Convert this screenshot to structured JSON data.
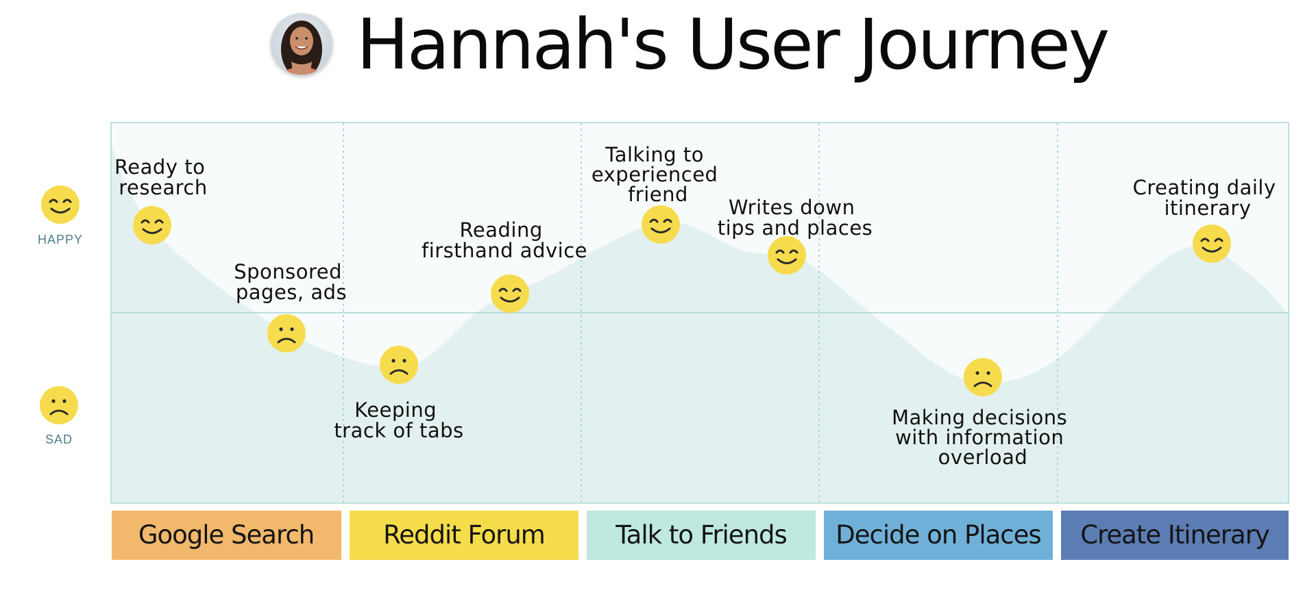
{
  "header": {
    "title": "Hannah's User Journey",
    "avatar_icon": "person-avatar-icon"
  },
  "scale": {
    "happy_label": "HAPPY",
    "sad_label": "SAD",
    "happy_icon": "smiley-face-icon",
    "sad_icon": "frowning-face-icon"
  },
  "colors": {
    "emoji_yellow": "#f6dc4d",
    "curve_fill": "#e3f0f0",
    "panel_background": "#f8fbfc",
    "grid_line": "#9fd2d0"
  },
  "stages": [
    {
      "label": "Google Search",
      "color": "#f2b86b"
    },
    {
      "label": "Reddit Forum",
      "color": "#f5dc4a"
    },
    {
      "label": "Talk to Friends",
      "color": "#bfe8e0"
    },
    {
      "label": "Decide on Places",
      "color": "#70b0d8"
    },
    {
      "label": "Create Itinerary",
      "color": "#5b7db3"
    }
  ],
  "moments": [
    {
      "lines": [
        "Ready to",
        "research"
      ],
      "mood": "happy"
    },
    {
      "lines": [
        "Sponsored",
        "pages, ads"
      ],
      "mood": "sad"
    },
    {
      "lines": [
        "Keeping",
        "track of tabs"
      ],
      "mood": "sad"
    },
    {
      "lines": [
        "Reading",
        "firsthand advice"
      ],
      "mood": "happy"
    },
    {
      "lines": [
        "Talking to",
        "experienced",
        "friend"
      ],
      "mood": "happy"
    },
    {
      "lines": [
        "Writes down",
        "tips and places"
      ],
      "mood": "happy"
    },
    {
      "lines": [
        "Making decisions",
        "with information",
        "overload"
      ],
      "mood": "sad"
    },
    {
      "lines": [
        "Creating daily",
        "itinerary"
      ],
      "mood": "happy"
    }
  ]
}
